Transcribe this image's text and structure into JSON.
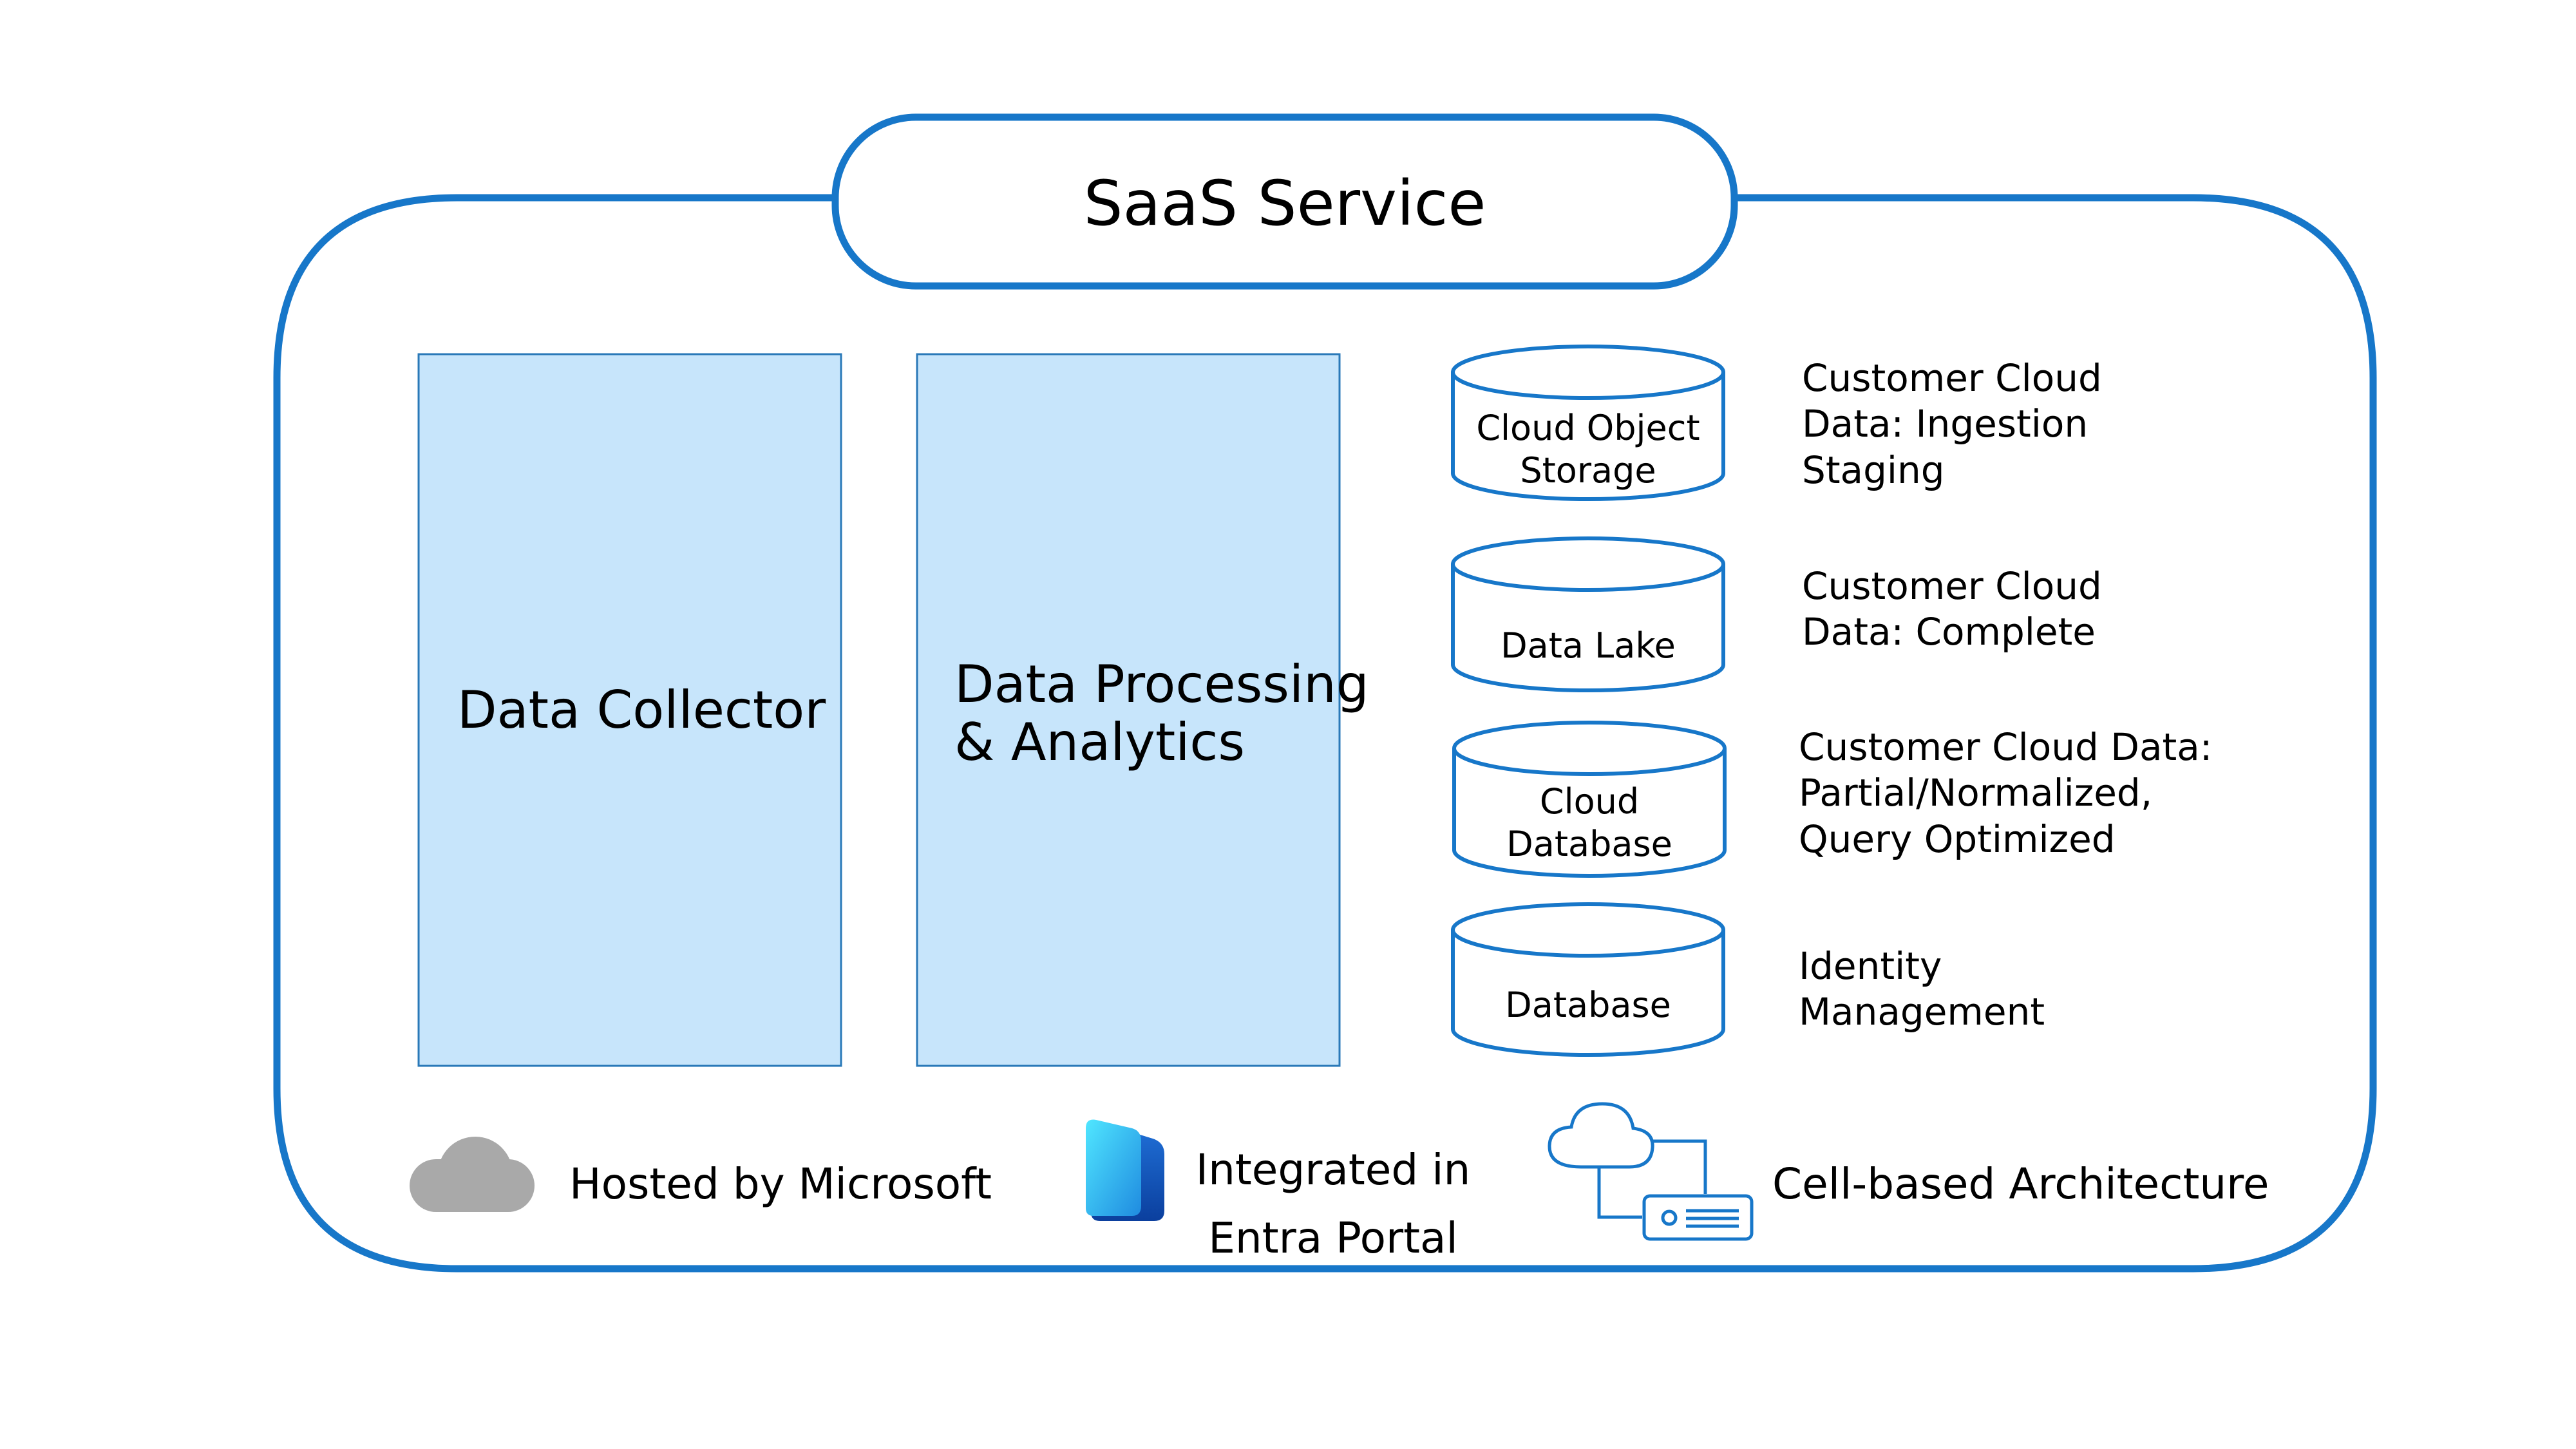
{
  "title": "SaaS Service",
  "colors": {
    "frame": "#1777c9",
    "box_fill": "#c7e5fb",
    "box_stroke": "#2a79b8",
    "cloud_gray": "#a9a9a9"
  },
  "components": {
    "data_collector": "Data Collector",
    "data_processing": [
      "Data Processing",
      "& Analytics"
    ]
  },
  "stores": [
    {
      "label": [
        "Cloud Object",
        "Storage"
      ],
      "description": [
        "Customer Cloud",
        "Data: Ingestion",
        "Staging"
      ]
    },
    {
      "label": [
        "Data Lake"
      ],
      "description": [
        "Customer Cloud",
        "Data: Complete"
      ]
    },
    {
      "label": [
        "Cloud",
        "Database"
      ],
      "description": [
        "Customer Cloud Data:",
        "Partial/Normalized,",
        "Query Optimized"
      ]
    },
    {
      "label": [
        "Database"
      ],
      "description": [
        "Identity",
        "Management"
      ]
    }
  ],
  "footer": [
    {
      "icon": "cloud-icon",
      "text": [
        "Hosted by Microsoft"
      ]
    },
    {
      "icon": "entra-icon",
      "text": [
        "Integrated in",
        "Entra Portal"
      ]
    },
    {
      "icon": "cell-architecture-icon",
      "text": [
        "Cell-based Architecture"
      ]
    }
  ]
}
